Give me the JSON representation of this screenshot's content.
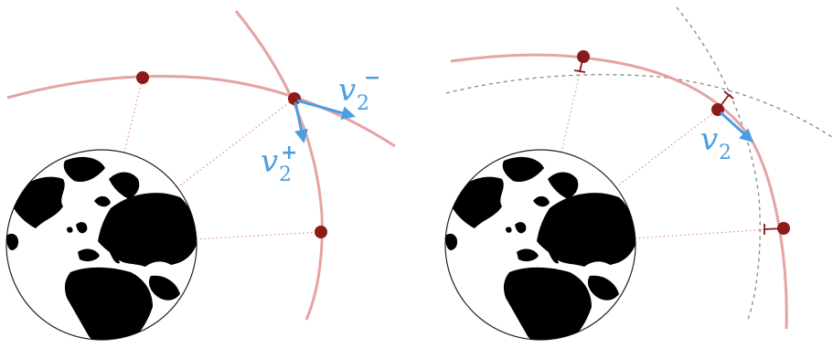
{
  "colors": {
    "orbit": "#e6a3a3",
    "satellite": "#8b1a1a",
    "velocity": "#4a9fe2",
    "spoke": "#e08080",
    "guide": "#888888",
    "land": "#000000",
    "ocean": "#ffffff"
  },
  "left_panel": {
    "labels": {
      "v_minus": {
        "base": "v",
        "subscript": "2",
        "superscript": "−"
      },
      "v_plus": {
        "base": "v",
        "subscript": "2",
        "superscript": "+"
      }
    }
  },
  "right_panel": {
    "labels": {
      "v": {
        "base": "v",
        "subscript": "2"
      }
    }
  },
  "icons": [
    "earth-globe-icon"
  ]
}
